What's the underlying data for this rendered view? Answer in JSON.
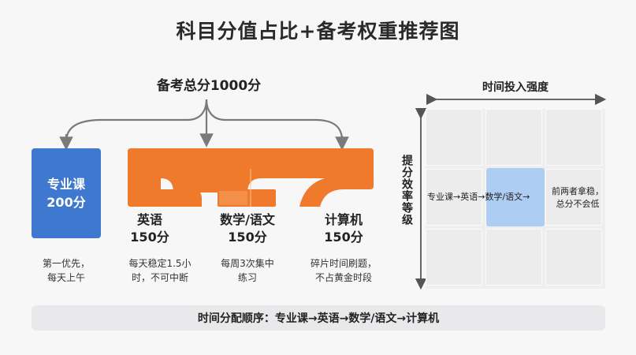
{
  "title": "科目分值占比+备考权重推荐图",
  "total_label": "备考总分1000分",
  "subjects": {
    "professional": {
      "name": "专业课",
      "score": "200分",
      "note_line1": "第一优先，",
      "note_line2": "每天上午"
    },
    "english": {
      "name": "英语",
      "score": "150分",
      "note_line1": "每天稳定1.5小",
      "note_line2": "时，不可中断"
    },
    "math": {
      "name": "数学/语文",
      "score": "150分",
      "note_line1": "每周3次集中",
      "note_line2": "练习"
    },
    "computer": {
      "name": "计算机",
      "score": "150分",
      "note_line1": "碎片时间刷题，",
      "note_line2": "不占黄金时段"
    }
  },
  "matrix": {
    "x_axis": "时间投入强度",
    "y_axis": "提分效率等级",
    "flow": "专业课→英语→数学/语文→",
    "flow_end_line1": "前两者拿稳，",
    "flow_end_line2": "总分不会低"
  },
  "bottom_bar": "时间分配顺序：专业课→英语→数学/语文→计算机",
  "colors": {
    "blue": "#3f78cf",
    "orange": "#f07a2c",
    "highlight": "#aecdf2",
    "line": "#7a7a7a"
  }
}
